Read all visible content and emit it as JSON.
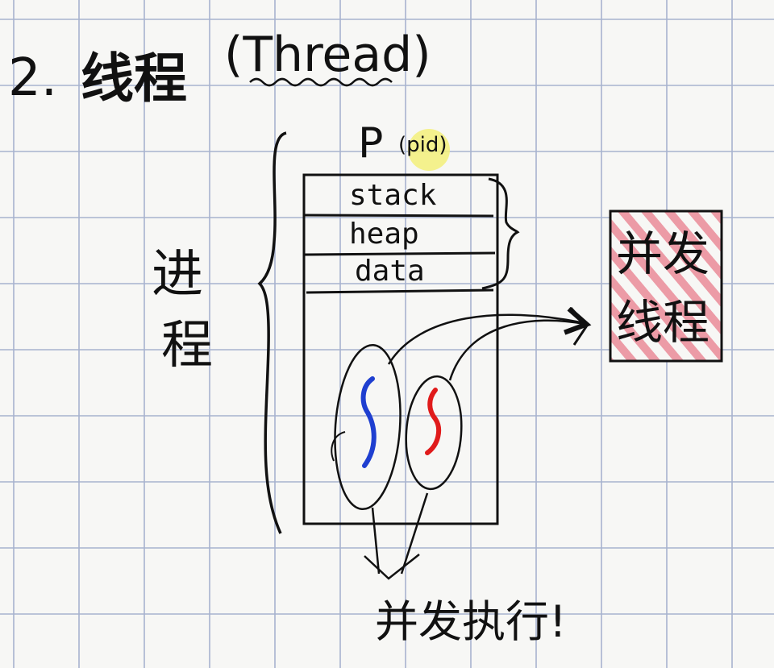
{
  "heading": {
    "number": "2.",
    "chinese": "线程",
    "english": "(Thread)"
  },
  "process_box": {
    "label": "P",
    "sub_label": "(pid)",
    "segments": [
      "stack",
      "heap",
      "data"
    ]
  },
  "side_label": {
    "char1": "进",
    "char2": "程"
  },
  "concurrent_threads_box": {
    "line1": "并发",
    "line2": "线程"
  },
  "bottom_note": "并发执行!",
  "colors": {
    "grid": "#9aa7c9",
    "ink": "#111111",
    "thread_blue": "#1f3fd0",
    "thread_red": "#e01b1b",
    "highlight_yellow": "#f3f07a",
    "hatch_pink": "#e87c8c"
  }
}
